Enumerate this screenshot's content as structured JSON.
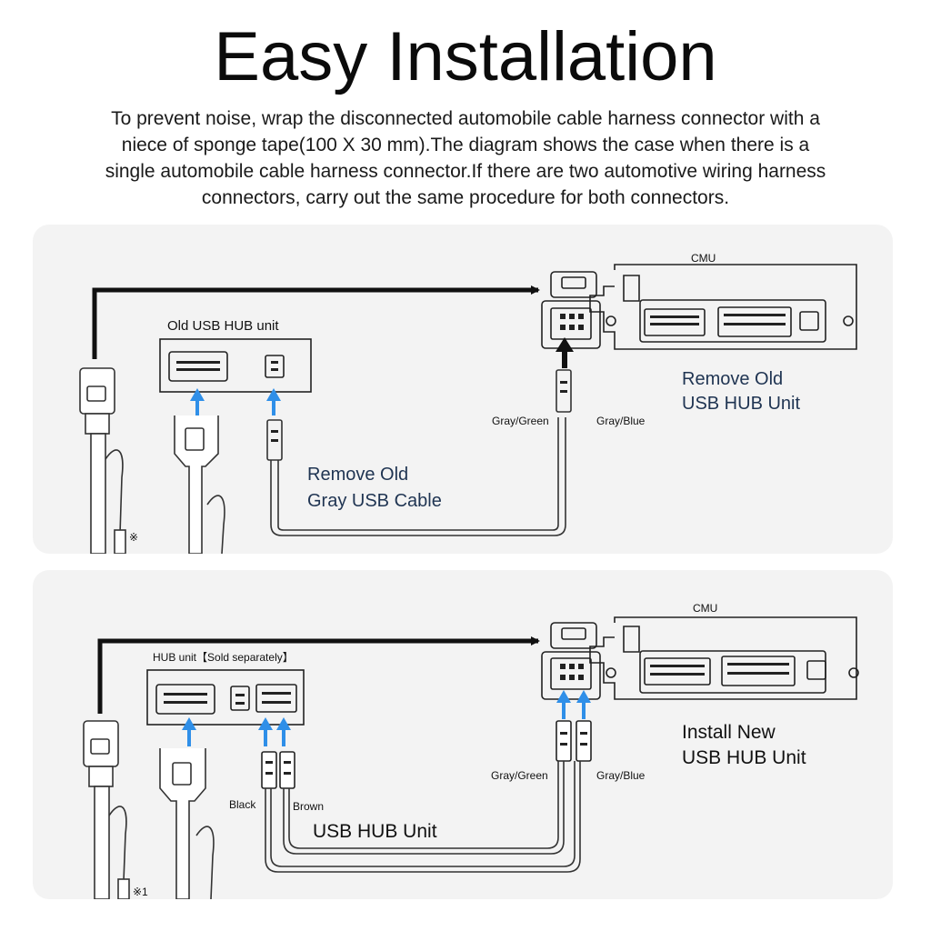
{
  "header": {
    "title": "Easy Installation",
    "intro_lines": [
      "To prevent noise, wrap the disconnected automobile cable harness connector with a",
      "niece of sponge tape(100 X 30 mm).The diagram shows the case when there is a",
      "single automobile cable harness connector.If there are two automotive wiring harness",
      "connectors, carry out the same procedure for both connectors."
    ]
  },
  "panel1": {
    "cmu_label": "CMU",
    "hub_label": "Old USB HUB unit",
    "left_wire_label": "Gray/Green",
    "right_wire_label": "Gray/Blue",
    "remove_unit_lines": [
      "Remove Old",
      "USB HUB Unit"
    ],
    "remove_cable_lines": [
      "Remove Old",
      "Gray USB Cable"
    ],
    "note_mark": "※"
  },
  "panel2": {
    "cmu_label": "CMU",
    "hub_label": "HUB unit【Sold separately】",
    "left_wire_label": "Gray/Green",
    "right_wire_label": "Gray/Blue",
    "black_label": "Black",
    "brown_label": "Brown",
    "usb_hub_label": "USB HUB Unit",
    "install_lines": [
      "Install New",
      "USB HUB Unit"
    ],
    "note_mark": "※1"
  },
  "colors": {
    "arrow_blue": "#2f8fe8",
    "panel_bg": "#f3f3f3",
    "text_blue": "#1f3452"
  }
}
